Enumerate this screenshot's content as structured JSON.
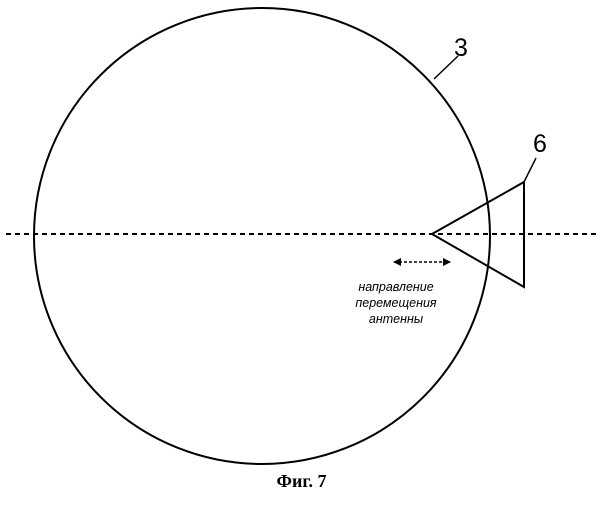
{
  "labels": {
    "circle_ref": "3",
    "antenna_ref": "6"
  },
  "direction_caption": {
    "line1": "направление",
    "line2": "перемещения",
    "line3": "антенны"
  },
  "figure_caption": "Фиг. 7",
  "colors": {
    "stroke": "#000000",
    "background": "#ffffff"
  }
}
